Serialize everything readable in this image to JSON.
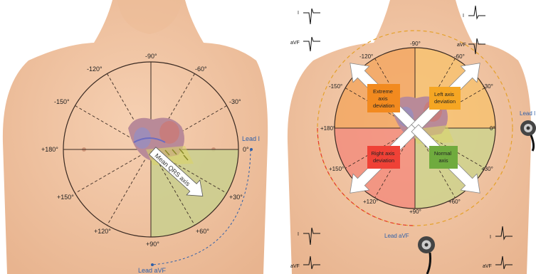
{
  "left": {
    "angles": [
      "-90°",
      "-60°",
      "-120°",
      "-30°",
      "-150°",
      "0°",
      "+180°",
      "+30°",
      "+150°",
      "+60°",
      "+120°",
      "+90°"
    ],
    "lead_i": "Lead I",
    "lead_avf": "Lead aVF",
    "arrow_label": "Mean QRS axis"
  },
  "right": {
    "angles": [
      "-90°",
      "-60°",
      "-120°",
      "-30°",
      "-150°",
      "0°",
      "+180°",
      "+30°",
      "+150°",
      "+60°",
      "+120°",
      "+90°"
    ],
    "lead_i": "Lead I",
    "lead_avf": "Lead aVF",
    "quadrants": {
      "extreme": [
        "Extreme",
        "axis",
        "deviation"
      ],
      "left_dev": [
        "Left axis",
        "deviation"
      ],
      "right_dev": [
        "Right axis",
        "deviation"
      ],
      "normal": [
        "Normal",
        "axis"
      ]
    },
    "corner_labels": {
      "i": "I",
      "avf": "aVF"
    }
  },
  "colors": {
    "skin": "#f2c6a4",
    "skin_shadow": "#e3ad88",
    "normal_quadrant_fill": "#c9cf8e",
    "extreme_box": "#f28a1f",
    "left_box": "#f5a623",
    "right_box": "#ef4136",
    "normal_box": "#6fab3e",
    "lead_blue": "#2e5fa8"
  }
}
